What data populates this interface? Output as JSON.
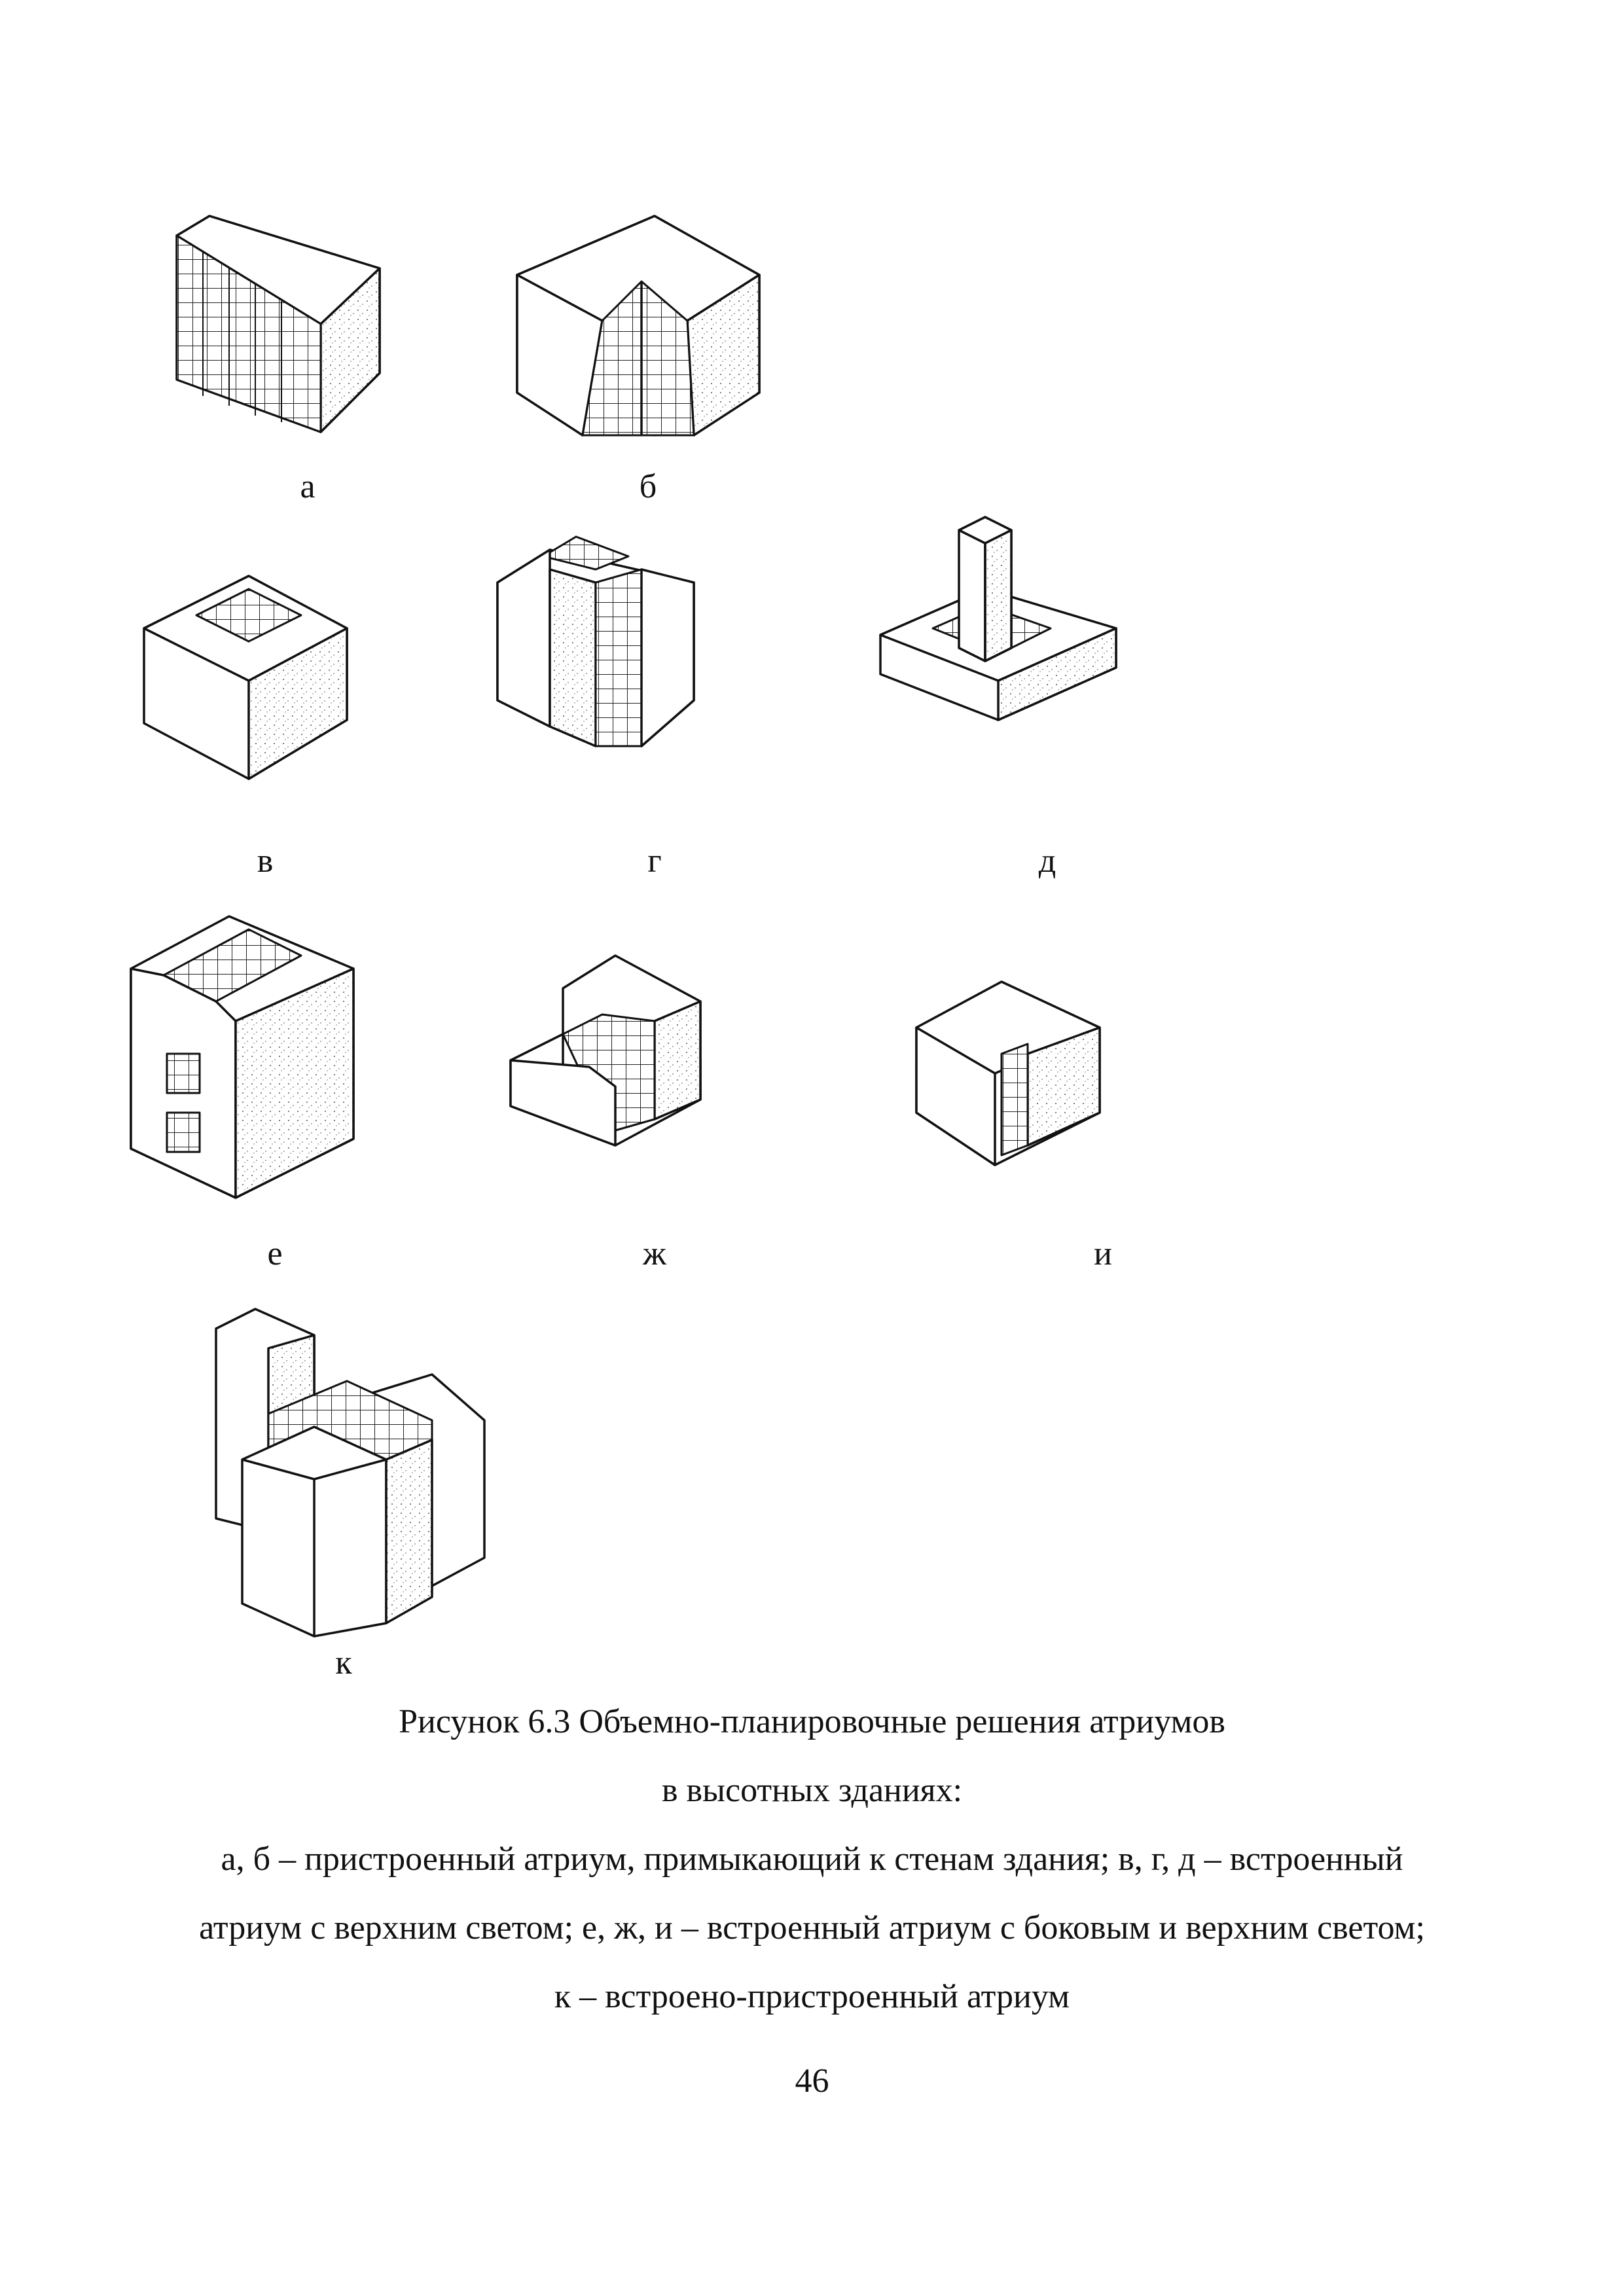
{
  "figures": [
    {
      "id": "a",
      "label": "а"
    },
    {
      "id": "b",
      "label": "б"
    },
    {
      "id": "v",
      "label": "в"
    },
    {
      "id": "g",
      "label": "г"
    },
    {
      "id": "d",
      "label": "д"
    },
    {
      "id": "e",
      "label": "е"
    },
    {
      "id": "zh",
      "label": "ж"
    },
    {
      "id": "i",
      "label": "и"
    },
    {
      "id": "k",
      "label": "к"
    }
  ],
  "caption": {
    "title_line1": "Рисунок 6.3 Объемно-планировочные решения атриумов",
    "title_line2": "в высотных зданиях:",
    "legend_line1": "а, б – пристроенный  атриум, примыкающий к стенам здания; в, г, д – встроенный",
    "legend_line2": "атриум с верхним светом; е, ж, и – встроенный атриум с боковым и верхним светом;",
    "legend_line3": "к – встроено-пристроенный атриум"
  },
  "page_number": "46",
  "colors": {
    "ink": "#111111",
    "paper": "#ffffff"
  }
}
